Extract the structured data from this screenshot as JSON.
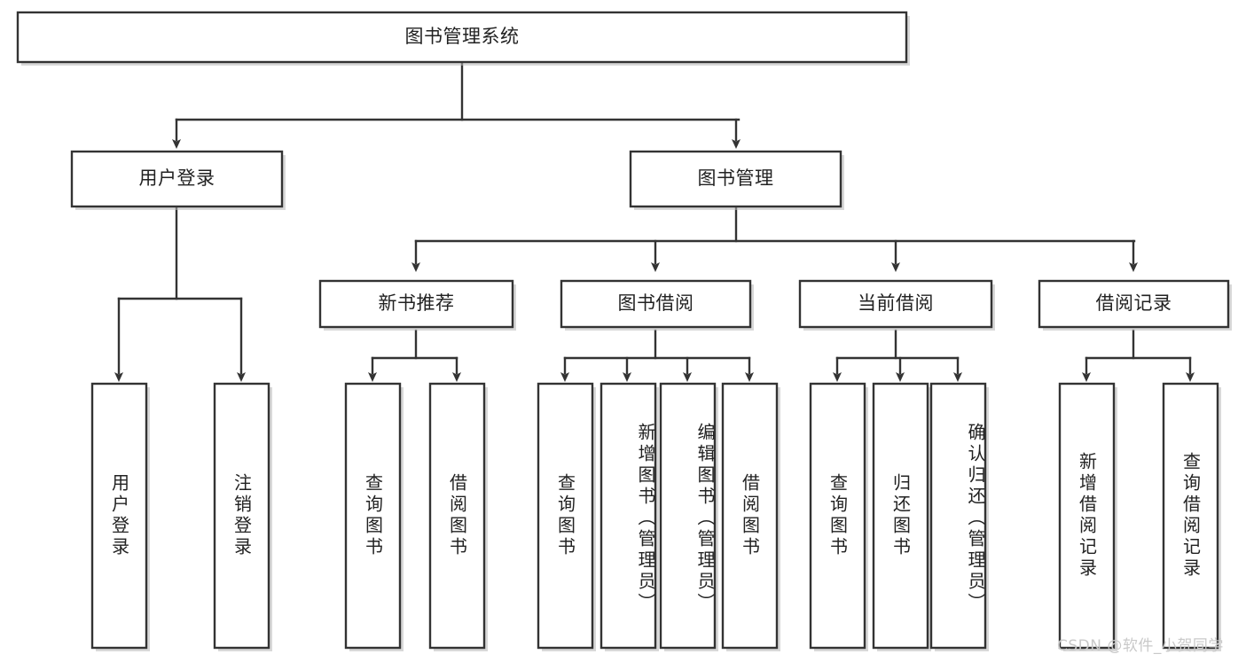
{
  "diagram": {
    "type": "tree-hierarchy",
    "title": "图书管理系统",
    "root": {
      "id": "root",
      "label": "图书管理系统",
      "level": 0
    },
    "level1": [
      {
        "id": "user-login",
        "label": "用户登录"
      },
      {
        "id": "book-management",
        "label": "图书管理"
      }
    ],
    "level2": [
      {
        "id": "new-book-recommend",
        "label": "新书推荐",
        "parent": "book-management"
      },
      {
        "id": "book-borrow",
        "label": "图书借阅",
        "parent": "book-management"
      },
      {
        "id": "current-borrow",
        "label": "当前借阅",
        "parent": "book-management"
      },
      {
        "id": "borrow-record",
        "label": "借阅记录",
        "parent": "book-management"
      }
    ],
    "leaves": [
      {
        "id": "leaf-user-login",
        "label": "用户登录",
        "parent": "user-login"
      },
      {
        "id": "leaf-user-logout",
        "label": "注销登录",
        "parent": "user-login"
      },
      {
        "id": "leaf-query-book-1",
        "label": "查询图书",
        "parent": "new-book-recommend"
      },
      {
        "id": "leaf-borrow-book-1",
        "label": "借阅图书",
        "parent": "new-book-recommend"
      },
      {
        "id": "leaf-query-book-2",
        "label": "查询图书",
        "parent": "book-borrow"
      },
      {
        "id": "leaf-add-book",
        "label": "新增图书（管理员）",
        "parent": "book-borrow"
      },
      {
        "id": "leaf-edit-book",
        "label": "编辑图书（管理员）",
        "parent": "book-borrow"
      },
      {
        "id": "leaf-borrow-book-2",
        "label": "借阅图书",
        "parent": "book-borrow"
      },
      {
        "id": "leaf-query-book-3",
        "label": "查询图书",
        "parent": "current-borrow"
      },
      {
        "id": "leaf-return-book",
        "label": "归还图书",
        "parent": "current-borrow"
      },
      {
        "id": "leaf-confirm-return",
        "label": "确认归还（管理员）",
        "parent": "current-borrow"
      },
      {
        "id": "leaf-add-record",
        "label": "新增借阅记录",
        "parent": "borrow-record"
      },
      {
        "id": "leaf-query-record",
        "label": "查询借阅记录",
        "parent": "borrow-record"
      }
    ]
  },
  "watermark": {
    "text": "CSDN @软件_小贺同学"
  },
  "colors": {
    "stroke": "#333333",
    "box_fill": "#ffffff",
    "text": "#222222",
    "watermark": "#c9c9c9",
    "background": "#ffffff"
  }
}
